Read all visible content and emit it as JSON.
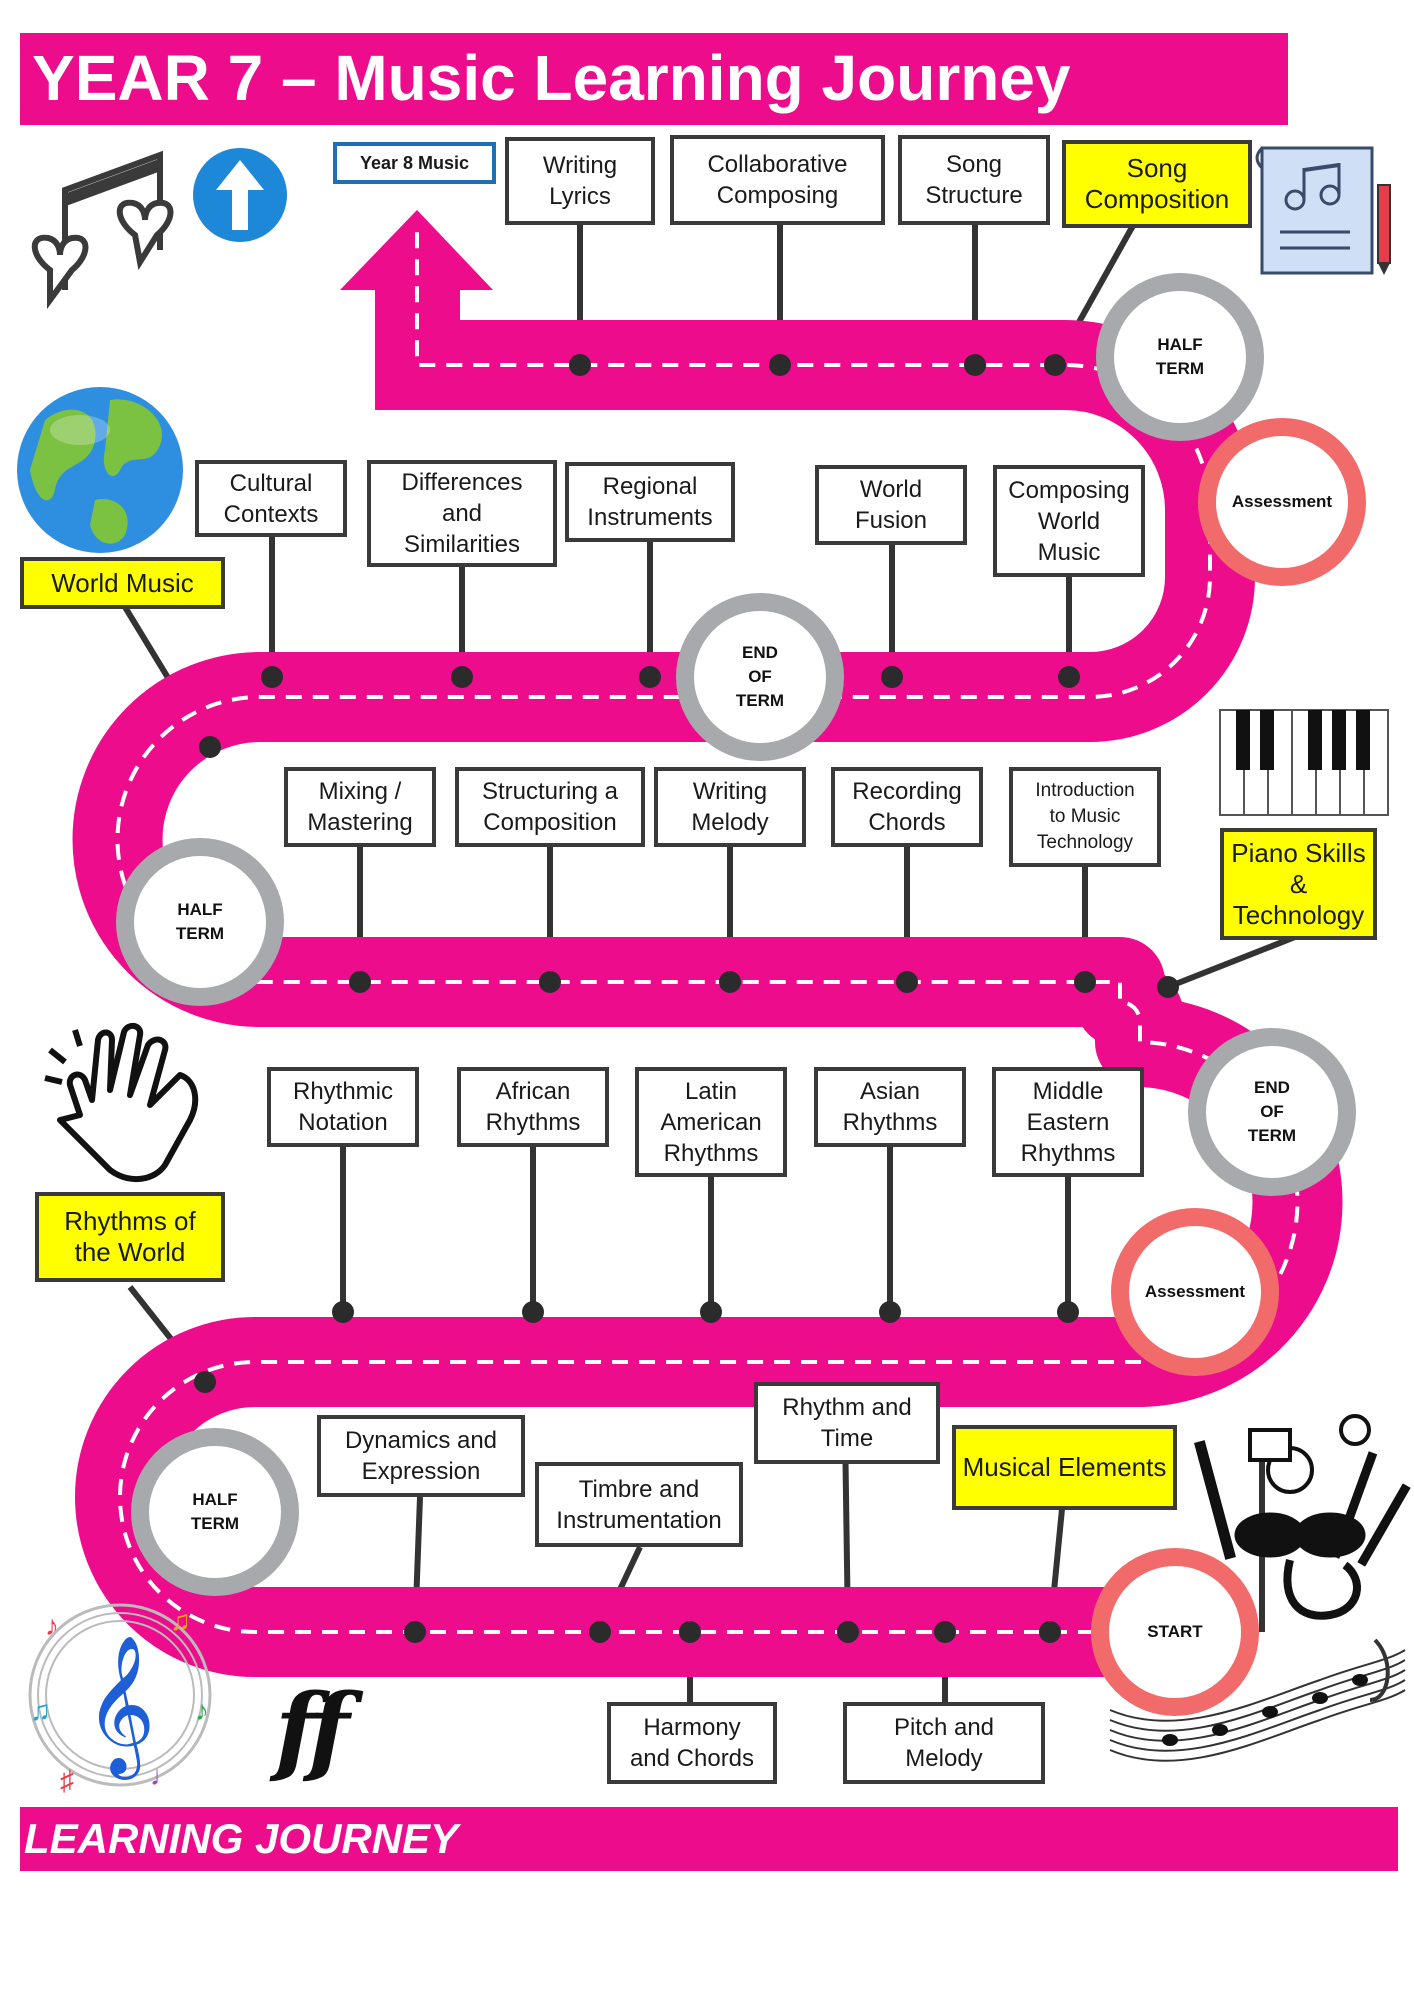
{
  "title": "YEAR 7 – Music Learning Journey",
  "footer": "LEARNING JOURNEY",
  "next_year": "Year 8 Music",
  "colors": {
    "road": "#ec0c8c",
    "half_term_ring": "#a7a9ac",
    "assessment_ring": "#f26b6b",
    "theme_box": "#ffff00",
    "next_year_border": "#1f6fb4"
  },
  "themes": {
    "musical_elements": "Musical Elements",
    "rhythms_of_world": "Rhythms of the World",
    "piano_skills": "Piano Skills\n&\nTechnology",
    "world_music": "World Music",
    "song_composition": "Song Composition"
  },
  "topics": {
    "dynamics": "Dynamics and\nExpression",
    "timbre": "Timbre and\nInstrumentation",
    "harmony": "Harmony\nand Chords",
    "rhythm_time": "Rhythm and\nTime",
    "pitch_melody": "Pitch and\nMelody",
    "rhythmic_notation": "Rhythmic\nNotation",
    "african": "African\nRhythms",
    "latin": "Latin\nAmerican\nRhythms",
    "asian": "Asian\nRhythms",
    "middle_eastern": "Middle\nEastern\nRhythms",
    "mixing": "Mixing /\nMastering",
    "structuring": "Structuring a\nComposition",
    "writing_melody": "Writing\nMelody",
    "recording_chords": "Recording\nChords",
    "intro_tech": "Introduction\nto Music\nTechnology",
    "cultural": "Cultural\nContexts",
    "differences": "Differences\nand\nSimilarities",
    "regional": "Regional\nInstruments",
    "world_fusion": "World\nFusion",
    "composing_world": "Composing\nWorld\nMusic",
    "writing_lyrics": "Writing\nLyrics",
    "collaborative": "Collaborative\nComposing",
    "song_structure": "Song\nStructure"
  },
  "milestones": {
    "start": "START",
    "half_term": "HALF\nTERM",
    "end_of_term": "END\nOF\nTERM",
    "assessment": "Assessment"
  },
  "icons": [
    "music-notes-hearts-icon",
    "up-arrow-icon",
    "song-sheet-icon",
    "globe-icon",
    "piano-keys-icon",
    "clapping-hands-icon",
    "instruments-icon",
    "treble-clef-circle-icon",
    "fortissimo-icon",
    "music-staff-icon"
  ],
  "decor_text": {
    "fortissimo": "ff"
  }
}
